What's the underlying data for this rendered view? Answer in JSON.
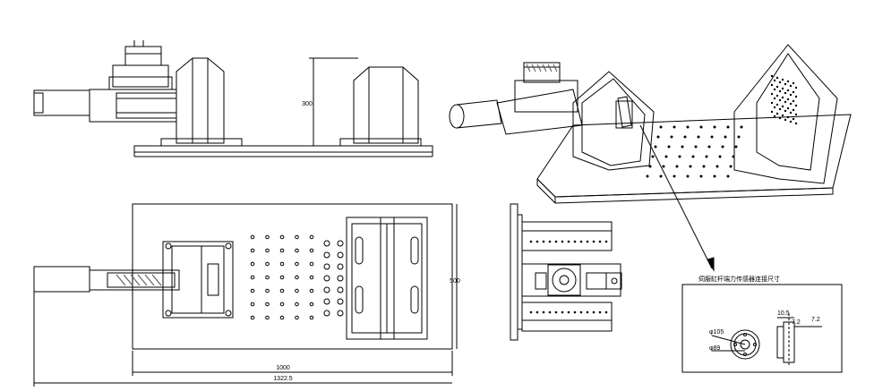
{
  "drawing": {
    "dims": {
      "height_300": "300",
      "width_500": "500",
      "length_1000": "1000",
      "overall_1322_5": "1322.5"
    },
    "detail": {
      "title": "伺服缸杆端力传感器连接尺寸",
      "d105": "φ105",
      "d89": "φ89",
      "d10_5": "10.5",
      "d7_2a": "7.2",
      "d7_2b": "7.2"
    }
  },
  "colors": {
    "line": "#000000",
    "background": "#ffffff",
    "hatch": "#555555"
  }
}
